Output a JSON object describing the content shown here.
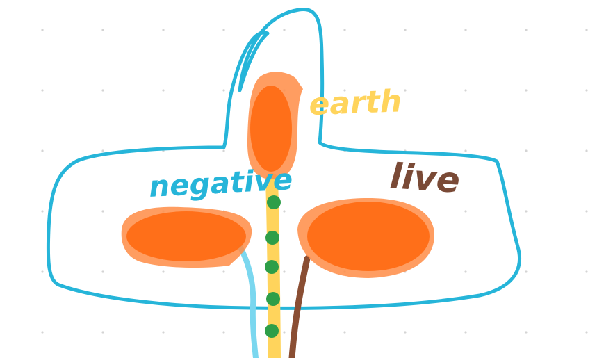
{
  "labels": {
    "earth": "earth",
    "negative": "negative",
    "live": "live"
  },
  "colors": {
    "background": "#ffffff",
    "grid_dot": "#d4d4d4",
    "outline": "#26b5d9",
    "pin_fill": "#ff6a12",
    "pin_fill_light": "#ff8c45",
    "earth_wire": "#ffd45c",
    "earth_stripe": "#2e9e48",
    "neutral_wire": "#7ad7ef",
    "live_wire": "#8a4e33",
    "earth_text": "#ffd45c",
    "negative_text": "#26b5d9",
    "live_text": "#7a4a36"
  },
  "icons": {
    "plug_outline": "plug-outline-icon",
    "pin": "pin-icon"
  }
}
